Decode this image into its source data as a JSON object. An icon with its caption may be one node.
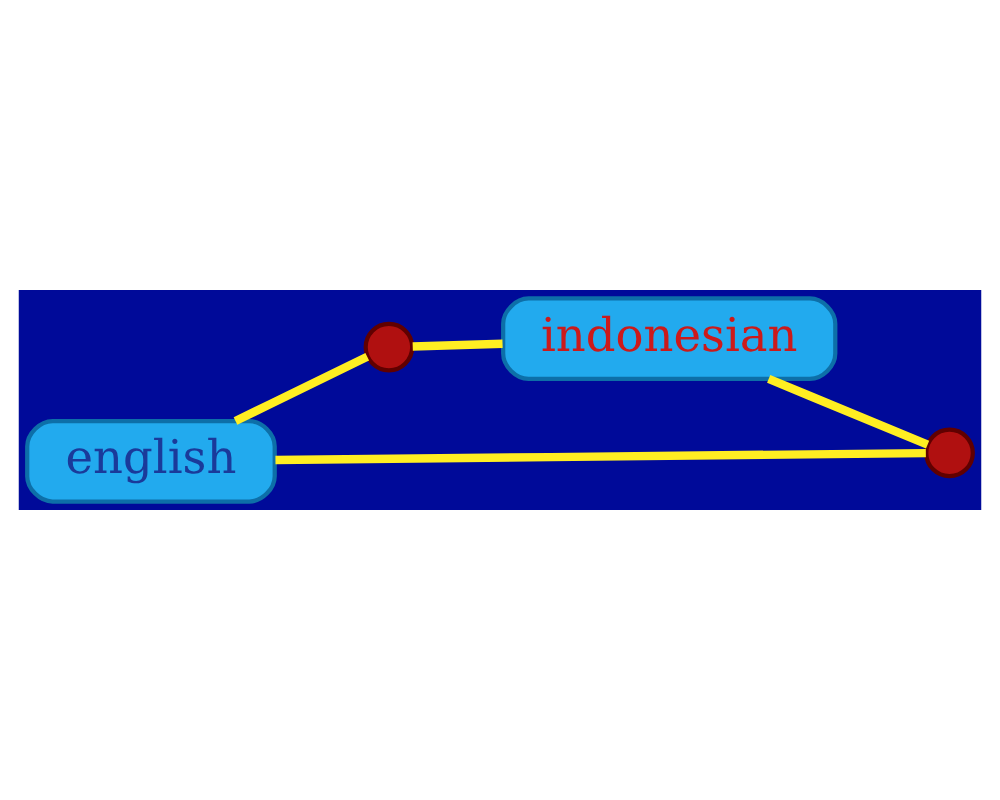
{
  "diagram": {
    "nodes": [
      {
        "text": [
          "english"
        ]
      },
      {
        "text": [],
        "shape": "circle"
      },
      {
        "text": [
          "indonesian"
        ]
      },
      {
        "text": [],
        "shape": "circle"
      }
    ],
    "edges": [
      {
        "from": 0,
        "to": 1,
        "arrow": "none"
      },
      {
        "from": 1,
        "to": 2,
        "arrow": "none"
      },
      {
        "from": 2,
        "to": 3,
        "arrow": "none"
      },
      {
        "from": 3,
        "to": 0,
        "arrow": "none"
      }
    ]
  }
}
